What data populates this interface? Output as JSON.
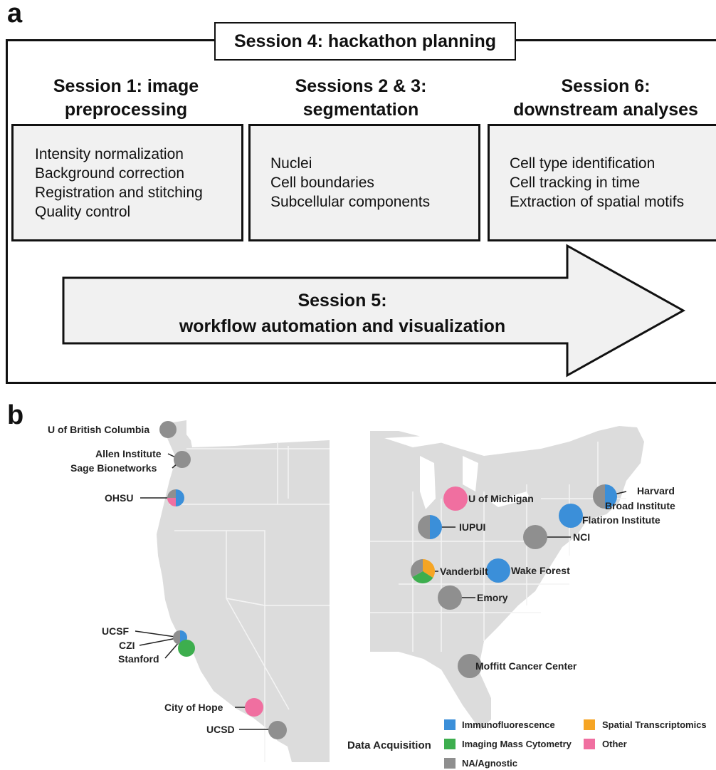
{
  "panel_a": {
    "letter": "a",
    "session4": "Session 4: hackathon planning",
    "columns": [
      {
        "title_line1": "Session 1: image",
        "title_line2": "preprocessing",
        "items": [
          "Intensity normalization",
          "Background correction",
          "Registration and stitching",
          "Quality control"
        ]
      },
      {
        "title_line1": "Sessions 2 & 3:",
        "title_line2": "segmentation",
        "items": [
          "Nuclei",
          "Cell boundaries",
          "Subcellular components"
        ]
      },
      {
        "title_line1": "Session 6:",
        "title_line2": "downstream analyses",
        "items": [
          "Cell type identification",
          "Cell tracking in time",
          "Extraction of spatial motifs"
        ]
      }
    ],
    "session5_line1": "Session 5:",
    "session5_line2": "workflow automation and visualization"
  },
  "panel_b": {
    "letter": "b",
    "colors": {
      "immunofluorescence": "#3b8fd9",
      "imaging_mass_cytometry": "#3dae4e",
      "na_agnostic": "#8f8f8f",
      "spatial_transcriptomics": "#f6a524",
      "other": "#f06fa0",
      "map_fill": "#dcdcdc",
      "map_border": "#ffffff"
    },
    "sites": [
      {
        "label": "U of British Columbia",
        "slices": [
          {
            "cat": "na_agnostic",
            "frac": 1
          }
        ]
      },
      {
        "label": "Allen Institute",
        "slices": [
          {
            "cat": "na_agnostic",
            "frac": 1
          }
        ]
      },
      {
        "label": "Sage Bionetworks",
        "slices": [
          {
            "cat": "na_agnostic",
            "frac": 1
          }
        ]
      },
      {
        "label": "OHSU",
        "slices": [
          {
            "cat": "immunofluorescence",
            "frac": 0.5
          },
          {
            "cat": "other",
            "frac": 0.25
          },
          {
            "cat": "na_agnostic",
            "frac": 0.25
          }
        ]
      },
      {
        "label": "UCSF",
        "slices": [
          {
            "cat": "immunofluorescence",
            "frac": 0.5
          },
          {
            "cat": "na_agnostic",
            "frac": 0.5
          }
        ]
      },
      {
        "label": "CZI",
        "slices": [
          {
            "cat": "na_agnostic",
            "frac": 1
          }
        ]
      },
      {
        "label": "Stanford",
        "slices": [
          {
            "cat": "imaging_mass_cytometry",
            "frac": 1
          }
        ]
      },
      {
        "label": "City of Hope",
        "slices": [
          {
            "cat": "other",
            "frac": 1
          }
        ]
      },
      {
        "label": "UCSD",
        "slices": [
          {
            "cat": "na_agnostic",
            "frac": 1
          }
        ]
      },
      {
        "label": "U of Michigan",
        "slices": [
          {
            "cat": "other",
            "frac": 1
          }
        ]
      },
      {
        "label": "IUPUI",
        "slices": [
          {
            "cat": "immunofluorescence",
            "frac": 0.5
          },
          {
            "cat": "na_agnostic",
            "frac": 0.5
          }
        ]
      },
      {
        "label": "Vanderbilt",
        "slices": [
          {
            "cat": "spatial_transcriptomics",
            "frac": 0.34
          },
          {
            "cat": "imaging_mass_cytometry",
            "frac": 0.33
          },
          {
            "cat": "na_agnostic",
            "frac": 0.33
          }
        ]
      },
      {
        "label": "Emory",
        "slices": [
          {
            "cat": "na_agnostic",
            "frac": 1
          }
        ]
      },
      {
        "label": "Moffitt Cancer Center",
        "slices": [
          {
            "cat": "na_agnostic",
            "frac": 1
          }
        ]
      },
      {
        "label": "Wake Forest",
        "slices": [
          {
            "cat": "immunofluorescence",
            "frac": 1
          }
        ]
      },
      {
        "label": "NCI",
        "slices": [
          {
            "cat": "na_agnostic",
            "frac": 1
          }
        ]
      },
      {
        "label": "Flatiron Institute",
        "slices": [
          {
            "cat": "immunofluorescence",
            "frac": 1
          }
        ]
      },
      {
        "label": "Harvard",
        "slices": [
          {
            "cat": "immunofluorescence",
            "frac": 0.5
          },
          {
            "cat": "na_agnostic",
            "frac": 0.5
          }
        ]
      },
      {
        "label": "Broad Institute",
        "slices": [
          {
            "cat": "na_agnostic",
            "frac": 1
          }
        ]
      }
    ],
    "legend": {
      "title": "Data Acquisition",
      "items": [
        {
          "cat": "immunofluorescence",
          "label": "Immunofluorescence"
        },
        {
          "cat": "spatial_transcriptomics",
          "label": "Spatial Transcriptomics"
        },
        {
          "cat": "imaging_mass_cytometry",
          "label": "Imaging Mass Cytometry"
        },
        {
          "cat": "other",
          "label": "Other"
        },
        {
          "cat": "na_agnostic",
          "label": "NA/Agnostic"
        }
      ]
    }
  }
}
